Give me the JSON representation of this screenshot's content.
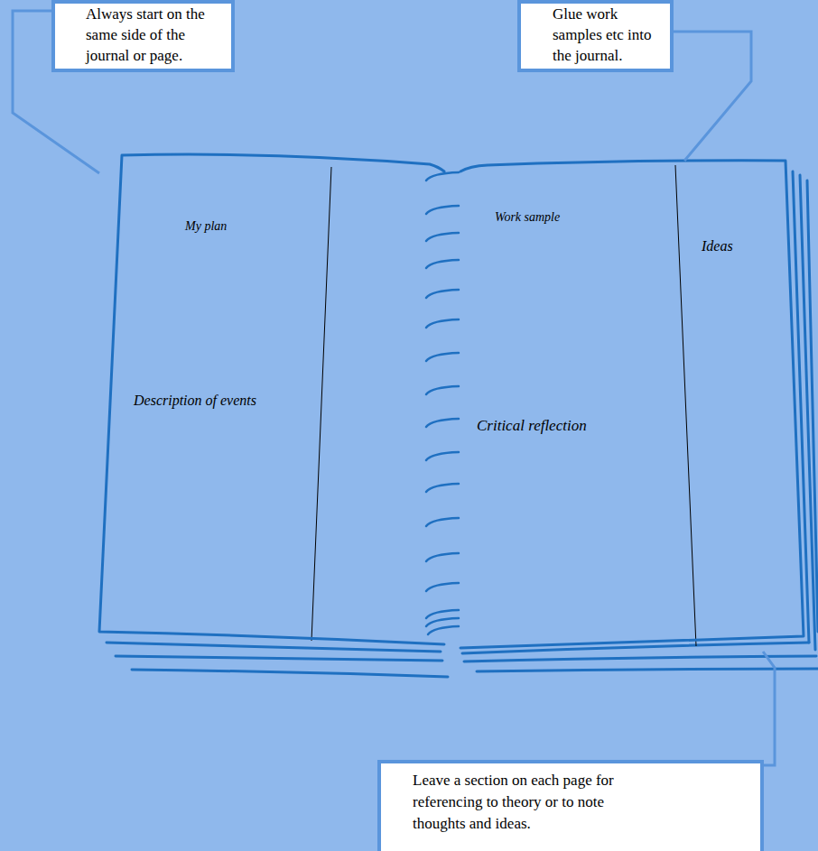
{
  "diagram": {
    "nodes": [
      {
        "text": [
          "Always start on the same side of the journal or page."
        ]
      },
      {
        "text": [
          "Glue work samples etc into the journal."
        ]
      },
      {
        "text": [
          "My plan",
          "Description of events"
        ]
      },
      {
        "text": [
          "Work sample",
          "Critical reflection",
          "Ideas"
        ]
      },
      {
        "text": [
          "Leave a section on each page for referencing to theory or to note thoughts and ideas."
        ]
      }
    ],
    "edges": [
      {
        "from": 0,
        "to": 2,
        "arrow": "none"
      },
      {
        "from": 1,
        "to": 3,
        "arrow": "none"
      },
      {
        "from": 4,
        "to": 3,
        "arrow": "none"
      }
    ]
  }
}
